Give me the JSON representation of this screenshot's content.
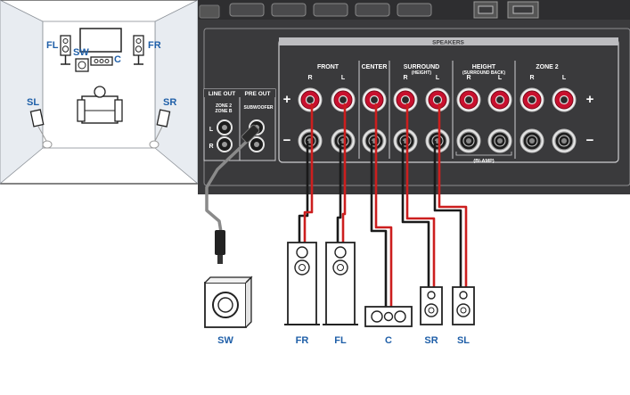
{
  "room": {
    "labels": {
      "fl": "FL",
      "fr": "FR",
      "sw": "SW",
      "c": "C",
      "sl": "SL",
      "sr": "SR"
    }
  },
  "panel": {
    "speakers_header": "SPEAKERS",
    "front": "FRONT",
    "center": "CENTER",
    "surround": "SURROUND",
    "surround_sub": "(HEIGHT)",
    "height": "HEIGHT",
    "height_sub": "(SURROUND BACK)",
    "zone2": "ZONE 2",
    "r": "R",
    "l": "L",
    "plus": "+",
    "minus": "−",
    "biamp": "(BI-AMP)",
    "line_out": "LINE OUT",
    "pre_out": "PRE OUT",
    "zone2_line": "ZONE 2",
    "zone_b": "ZONE B",
    "subwoofer": "SUBWOOFER",
    "jack_l": "L",
    "jack_r": "R"
  },
  "speakers": {
    "sw": "SW",
    "fr": "FR",
    "fl": "FL",
    "c": "C",
    "sr": "SR",
    "sl": "SL"
  },
  "colors": {
    "panel": "#3a3a3c",
    "terminal_red": "#c8102e",
    "label_blue": "#1f5fa8",
    "wire_red": "#cc1e1e"
  }
}
